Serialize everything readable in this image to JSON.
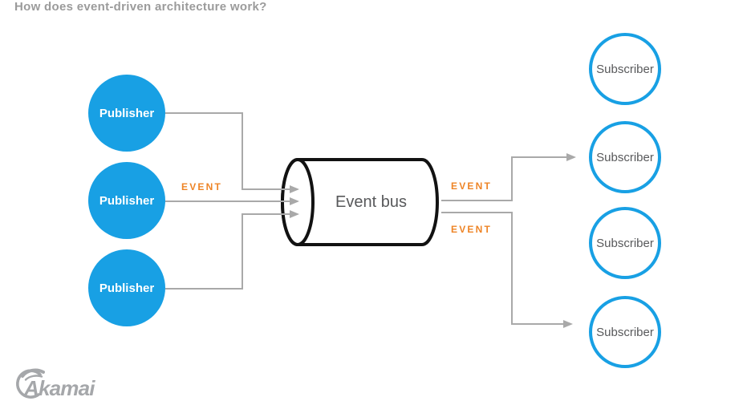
{
  "page_title": "How does event-driven architecture work?",
  "diagram": {
    "publishers": [
      {
        "label": "Publisher"
      },
      {
        "label": "Publisher"
      },
      {
        "label": "Publisher"
      }
    ],
    "event_bus": {
      "label": "Event bus"
    },
    "subscribers": [
      {
        "label": "Subscriber"
      },
      {
        "label": "Subscriber"
      },
      {
        "label": "Subscriber"
      },
      {
        "label": "Subscriber"
      }
    ],
    "event_labels": [
      {
        "text": "EVENT",
        "position": "left-of-bus"
      },
      {
        "text": "EVENT",
        "position": "right-of-bus-top"
      },
      {
        "text": "EVENT",
        "position": "right-of-bus-bottom"
      }
    ]
  },
  "branding": {
    "logo_text": "Akamai"
  },
  "colors": {
    "background": "#ffffff",
    "node_blue": "#18a0e4",
    "event_orange": "#ee8426",
    "connector_gray": "#a9a9a9",
    "bus_outline": "#121212",
    "label_gray": "#58595b",
    "title_gray": "#9b9b9b",
    "logo_gray": "#a5a7aa"
  }
}
